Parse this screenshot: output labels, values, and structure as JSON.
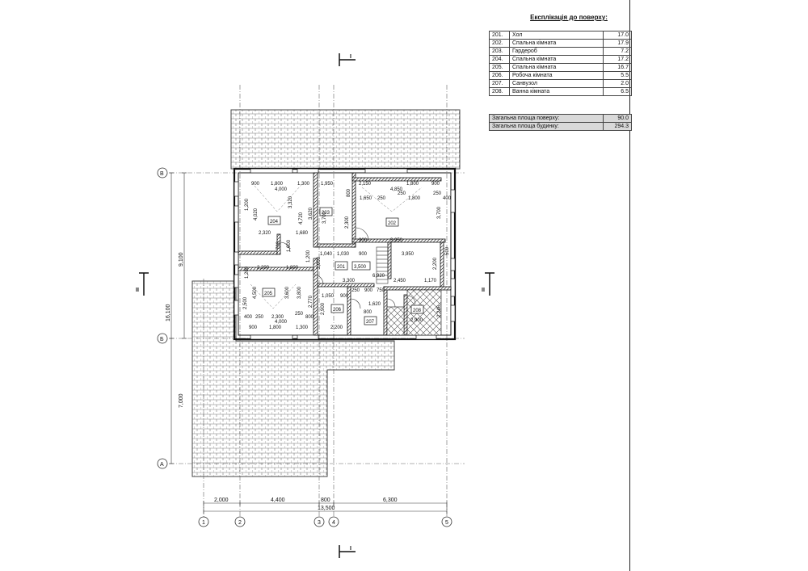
{
  "legend": {
    "title": "Експлікація до поверху:",
    "rooms": [
      {
        "num": "201.",
        "name": "Хол",
        "area": "17.0"
      },
      {
        "num": "202.",
        "name": "Спальна кімната",
        "area": "17.9"
      },
      {
        "num": "203.",
        "name": "Гардероб",
        "area": "7.2"
      },
      {
        "num": "204.",
        "name": "Спальна кімната",
        "area": "17.2"
      },
      {
        "num": "205.",
        "name": "Спальна кімната",
        "area": "16.7"
      },
      {
        "num": "206.",
        "name": "Робоча кімната",
        "area": "5.5"
      },
      {
        "num": "207.",
        "name": "Санвузол",
        "area": "2.0"
      },
      {
        "num": "208.",
        "name": "Ванна кімната",
        "area": "6.5"
      }
    ],
    "totals": [
      {
        "name": "Загальна площа поверху:",
        "area": "90.0"
      },
      {
        "name": "Загальна площа будинку:",
        "area": "294.3"
      }
    ]
  },
  "plan": {
    "section_I": "I",
    "section_II": "II",
    "axes_letters": {
      "v": "В",
      "b": "Б",
      "a": "А"
    },
    "axes_numbers": {
      "n1": "1",
      "n2": "2",
      "n3": "3",
      "n4": "4",
      "n5": "5"
    },
    "vertical_dims": {
      "d9100": "9,100",
      "d16100": "16,100",
      "d7000": "7,000"
    },
    "horizontal_dims": {
      "d2000": "2,000",
      "d4400": "4,400",
      "d800": "800",
      "d6300": "6,300",
      "d13500": "13,500"
    },
    "room_tags": {
      "r201": "201",
      "r202": "202",
      "r203": "203",
      "r204": "204",
      "r205": "205",
      "r206": "206",
      "r207": "207",
      "r208": "208"
    },
    "room_area_tag": "3,500",
    "inner_dims": {
      "a900": "900",
      "a1800": "1,800",
      "a1300": "1,300",
      "a4000": "4,000",
      "a1950": "1,950",
      "a2150": "2,150",
      "a1800b": "1,800",
      "a900b": "900",
      "a800": "800",
      "a4850": "4,850",
      "a1650": "1,650",
      "a250": "250",
      "a250b": "250",
      "a1800c": "1,800",
      "a250c": "250",
      "a400": "400",
      "a3320": "3,320",
      "a4720": "4,720",
      "a3620": "3,620",
      "a3700": "3,700",
      "a2300": "2,300",
      "a3700b": "3,700",
      "a1200": "1,200",
      "a4020": "4,020",
      "a2320": "2,320",
      "a1680": "1,680",
      "a700": "700",
      "a1600": "1,600",
      "a900c": "900",
      "a1040": "1,040",
      "a1030": "1,030",
      "a900d": "900",
      "a3950": "3,950",
      "a3950b": "3,950",
      "a2200": "2,200",
      "a1800d": "1,800",
      "a2000": "2,000",
      "a3300": "3,300",
      "a6920": "6,920",
      "a2450": "2,450",
      "a1170": "1,170",
      "a2200b": "2,200",
      "a500": "500",
      "a2500": "2,500",
      "a4500": "4,500",
      "a3800": "3,800",
      "a2770": "2,770",
      "a400b": "400",
      "a250d": "250",
      "a2300b": "2,300",
      "a250e": "250",
      "a800b": "800",
      "a4000b": "4,000",
      "a900e": "900",
      "a1800e": "1,800",
      "a1300b": "1,300",
      "a1050": "1,050",
      "a900f": "900",
      "a2900": "2,900",
      "a2200c": "2,200",
      "a250f": "250",
      "a900g": "900",
      "a750": "750",
      "a1620": "1,620",
      "a800c": "800",
      "a2900b": "2,900",
      "a2246": "2,246",
      "a1200b": "1,200",
      "a1200c": "1,200",
      "a3600": "3,600"
    }
  }
}
